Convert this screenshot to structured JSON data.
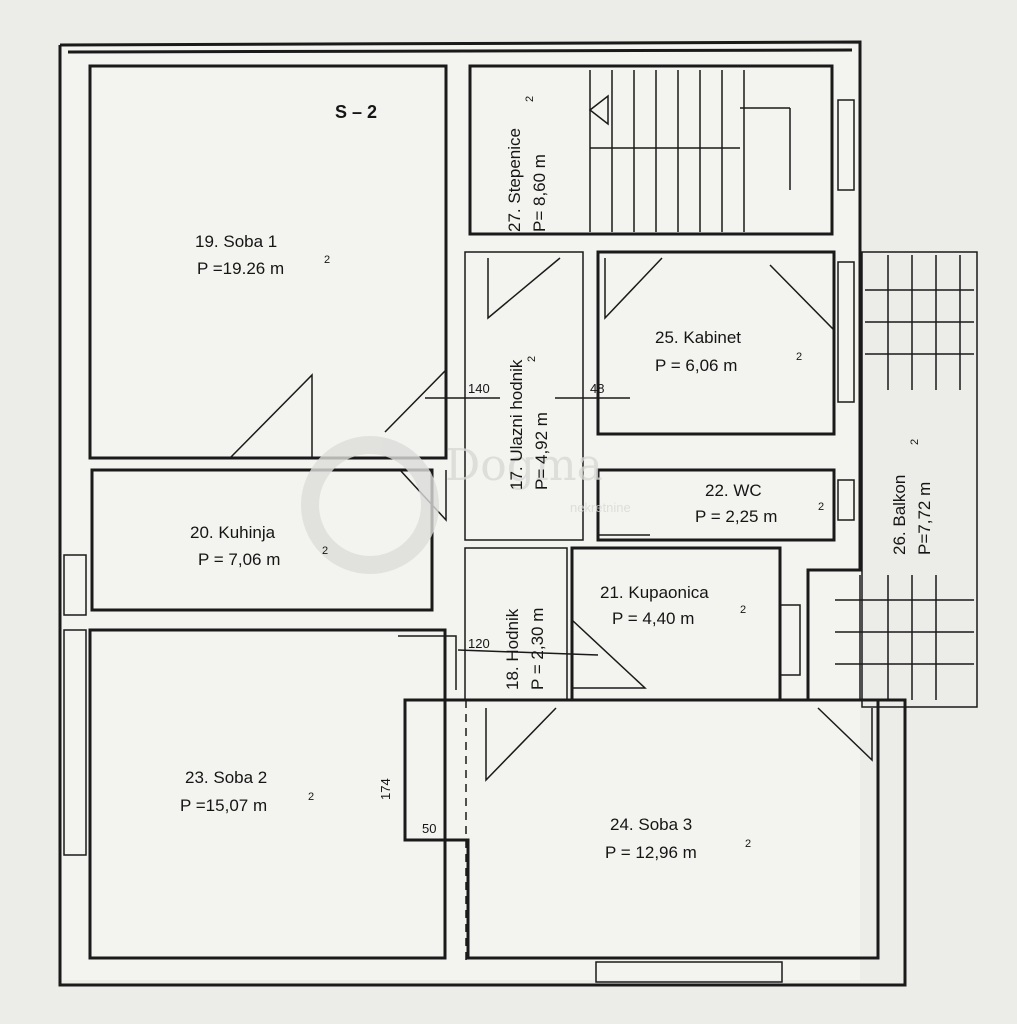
{
  "plan": {
    "title": "S – 2",
    "rooms": [
      {
        "id": "soba1",
        "name": "19. Soba 1",
        "area": "P =19.26 m",
        "sup": "2"
      },
      {
        "id": "kuhinja",
        "name": "20. Kuhinja",
        "area": "P = 7,06 m",
        "sup": "2"
      },
      {
        "id": "soba2",
        "name": "23. Soba 2",
        "area": "P =15,07 m",
        "sup": "2"
      },
      {
        "id": "soba3",
        "name": "24. Soba 3",
        "area": "P = 12,96 m",
        "sup": "2"
      },
      {
        "id": "kupaonica",
        "name": "21. Kupaonica",
        "area": "P = 4,40 m",
        "sup": "2"
      },
      {
        "id": "wc",
        "name": "22. WC",
        "area": "P = 2,25 m",
        "sup": "2"
      },
      {
        "id": "kabinet",
        "name": "25. Kabinet",
        "area": "P = 6,06 m",
        "sup": "2"
      },
      {
        "id": "stepenice",
        "name": "27. Stepenice",
        "area": "P= 8,60 m",
        "sup": "2"
      },
      {
        "id": "ulazni",
        "name": "17. Ulazni hodnik",
        "area": "P= 4,92 m",
        "sup": "2"
      },
      {
        "id": "hodnik",
        "name": "18. Hodnik",
        "area": "P = 2,30 m",
        "sup": ""
      },
      {
        "id": "balkon",
        "name": "26. Balkon",
        "area": "P=7,72 m",
        "sup": "2"
      }
    ],
    "dimensions": [
      "140",
      "48",
      "120",
      "174",
      "50"
    ]
  },
  "watermark": {
    "brand": "Dogma",
    "sub": "nekretnine"
  }
}
